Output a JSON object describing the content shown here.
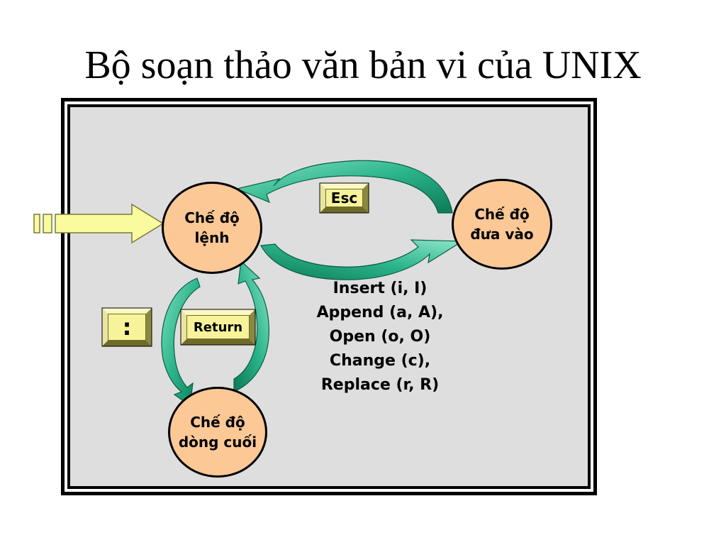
{
  "slide": {
    "title": "Bộ soạn thảo văn bản vi của  UNIX"
  },
  "diagram": {
    "nodes": {
      "command_mode": "Chế độ\nlệnh",
      "insert_mode": "Chế độ\nđưa vào",
      "last_line_mode": "Chế độ\ndòng cuối"
    },
    "keys": {
      "esc": "Esc",
      "colon": ":",
      "return": "Return"
    },
    "commands": [
      "Insert (i, I)",
      "Append (a, A),",
      "Open (o, O)",
      "Change (c),",
      "Replace (r, R)"
    ]
  },
  "colors": {
    "node_fill": "#fbc896",
    "arrow_fill": "#2bb48a",
    "key_fill": "#f7f39a",
    "entry_arrow_fill": "#fafa9e",
    "panel_bg": "#dedede"
  }
}
